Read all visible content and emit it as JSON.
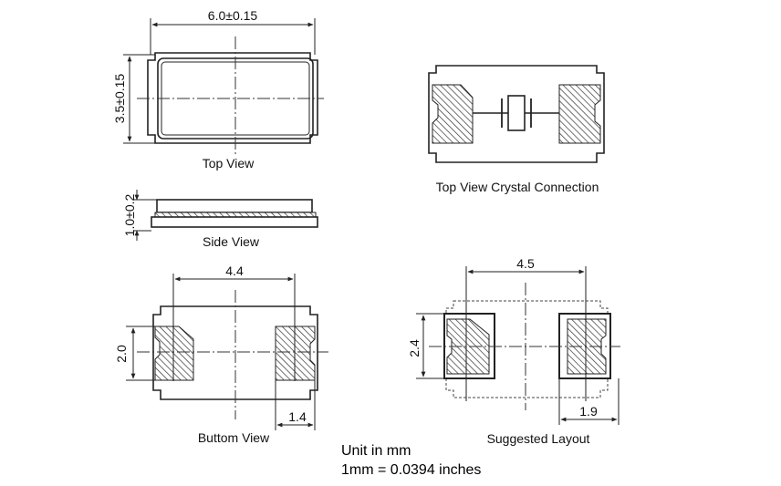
{
  "views": {
    "top": "Top View",
    "side": "Side View",
    "bottom": "Buttom View",
    "crystal": "Top View Crystal Connection",
    "layout": "Suggested Layout"
  },
  "dimensions": {
    "length": "6.0±0.15",
    "width": "3.5±0.15",
    "height": "1.0±0.2",
    "pad_pitch": "4.4",
    "pad_height": "2.0",
    "pad_width": "1.4",
    "layout_pitch": "4.5",
    "layout_height": "2.4",
    "layout_width": "1.9"
  },
  "notes": {
    "unit": "Unit in mm",
    "conversion": "1mm = 0.0394 inches"
  }
}
